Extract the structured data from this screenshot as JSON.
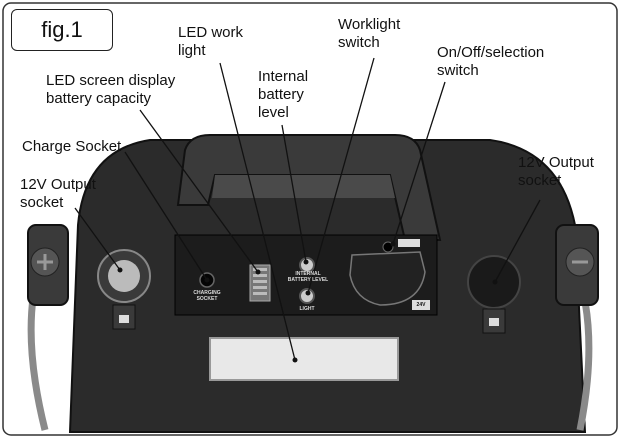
{
  "figure_label": "fig.1",
  "callouts": {
    "led_work_light": "LED work\nlight",
    "led_screen": "LED screen display\nbattery capacity",
    "internal_battery": "Internal\nbattery\nlevel",
    "worklight_switch": "Worklight\nswitch",
    "onoff_switch": "On/Off/selection\nswitch",
    "charge_socket": "Charge Socket",
    "output_left": "12V Output\nsocket",
    "output_right": "12V Output\nsocket"
  },
  "panel_text": {
    "charging_socket": "CHARGING\nSOCKET",
    "internal_battery_level": "INTERNAL\nBATTERY LEVEL",
    "light": "LIGHT",
    "voltage_24": "24V"
  },
  "colors": {
    "body": "#2b2b2b",
    "panel": "#1c1c1c",
    "frame": "#222222"
  }
}
